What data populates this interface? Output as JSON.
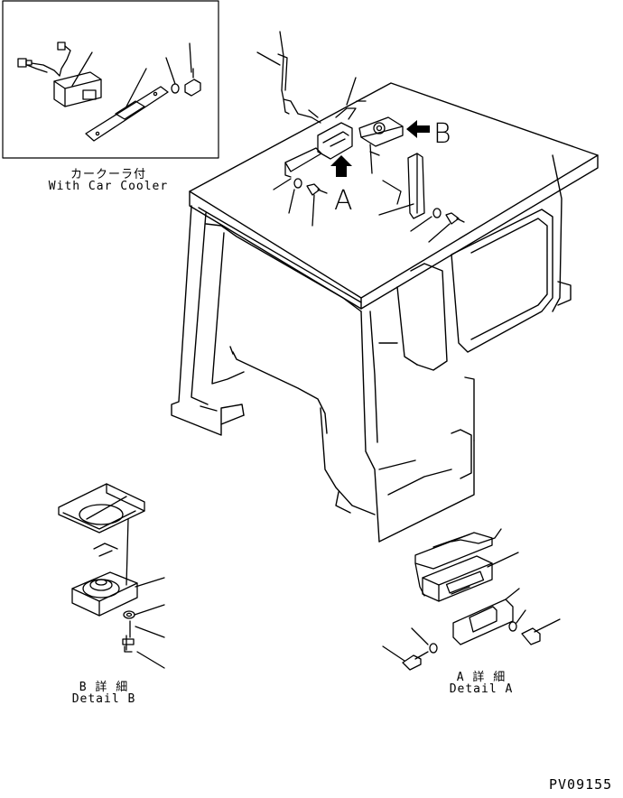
{
  "inset": {
    "caption_ja": "カークーラ付",
    "caption_en": "With Car Cooler"
  },
  "callouts": {
    "a": "A",
    "b": "B"
  },
  "detail_b": {
    "title_ja": "B 詳 細",
    "title_en": "Detail B"
  },
  "detail_a": {
    "title_ja": "A 詳 細",
    "title_en": "Detail A"
  },
  "drawing_code": "PV09155"
}
